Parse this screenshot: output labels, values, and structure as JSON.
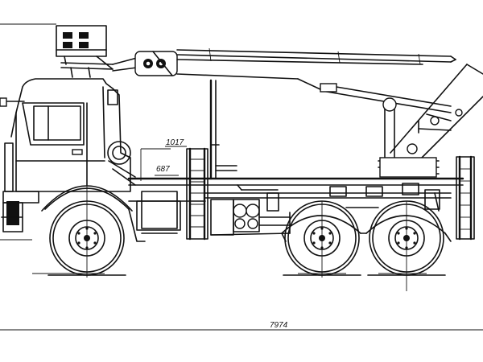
{
  "drawing": {
    "subject": "",
    "dimensions": {
      "overall_length": "7974",
      "height_upper": "1017",
      "height_lower": "687"
    }
  }
}
